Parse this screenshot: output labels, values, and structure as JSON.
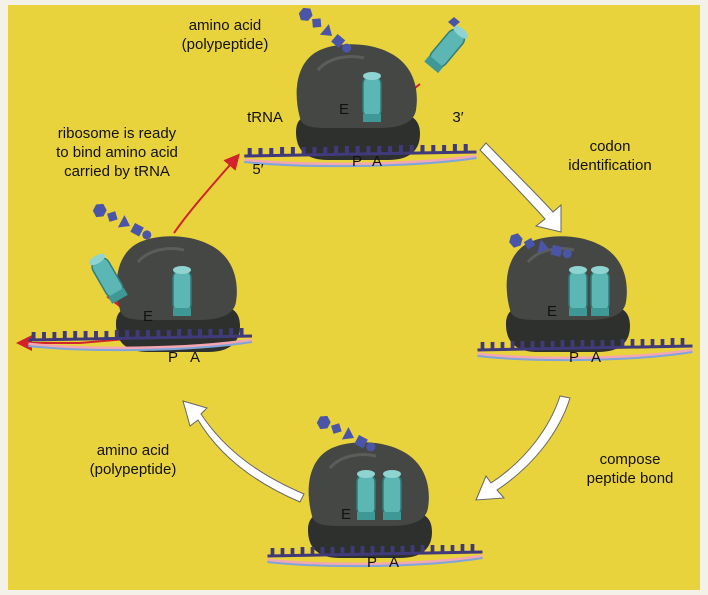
{
  "colors": {
    "background": "#e9d33c",
    "ribosome": "#3d3f3c",
    "ribosome_dark": "#2a2c2a",
    "trna": "#5cb7b4",
    "chain": "#4a55a8",
    "mrna": "#403a7a",
    "arrow_red": "#d2232a",
    "cycle_arrow": "#ffffff"
  },
  "labels": {
    "top_amino_acid_line1": "amino acid",
    "top_amino_acid_line2": "(polypeptide)",
    "trna": "tRNA",
    "three_prime": "3′",
    "five_prime": "5′",
    "codon_line1": "codon",
    "codon_line2": "identification",
    "ribosome_ready_line1": "ribosome is ready",
    "ribosome_ready_line2": "to bind amino  acid",
    "ribosome_ready_line3": "carried by tRNA",
    "bottom_amino_acid_line1": "amino acid",
    "bottom_amino_acid_line2": "(polypeptide)",
    "compose_line1": "compose",
    "compose_line2": "peptide bond"
  },
  "sites": {
    "e": "E",
    "p": "P",
    "a": "A"
  },
  "icons": [
    "ribosome-icon",
    "trna-icon",
    "amino-acid-chain-icon",
    "mrna-strand-icon",
    "cycle-arrow-icon",
    "red-arrow-icon"
  ]
}
